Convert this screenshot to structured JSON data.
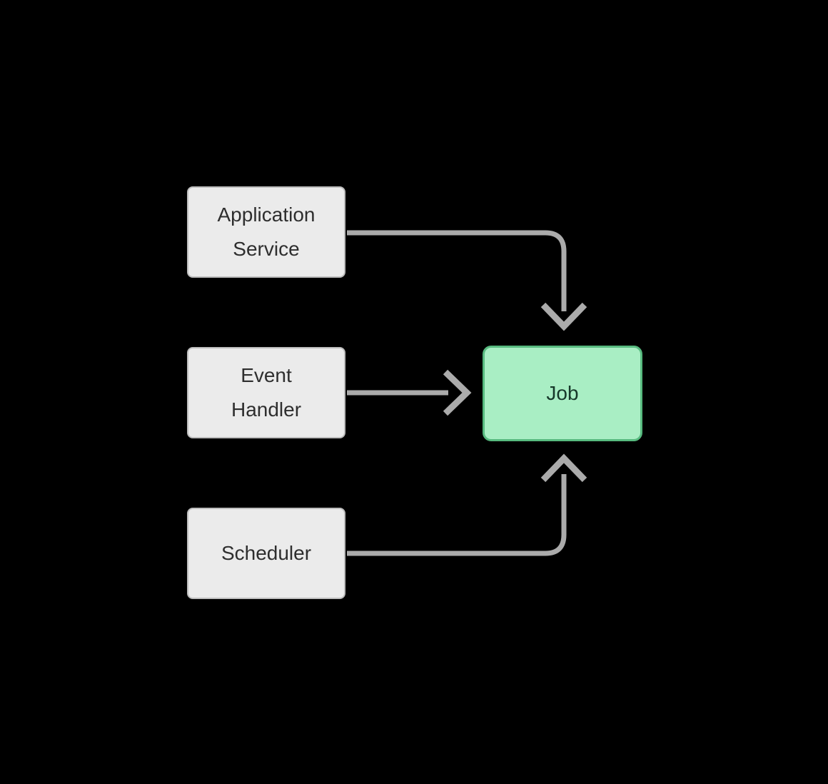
{
  "diagram": {
    "nodes": [
      {
        "id": "application-service",
        "label": "Application\nService",
        "role": "source"
      },
      {
        "id": "event-handler",
        "label": "Event\nHandler",
        "role": "source"
      },
      {
        "id": "scheduler",
        "label": "Scheduler",
        "role": "source"
      },
      {
        "id": "job",
        "label": "Job",
        "role": "target"
      }
    ],
    "edges": [
      {
        "from": "application-service",
        "to": "job",
        "enters": "top"
      },
      {
        "from": "event-handler",
        "to": "job",
        "enters": "left"
      },
      {
        "from": "scheduler",
        "to": "job",
        "enters": "bottom"
      }
    ],
    "colors": {
      "background": "#000000",
      "source_node_fill": "#ebebeb",
      "source_node_border": "#bdbdbd",
      "source_node_text": "#2e2e2e",
      "target_node_fill": "#a9eec4",
      "target_node_border": "#57ba7f",
      "target_node_text": "#17382a",
      "arrow": "#ababab"
    }
  }
}
